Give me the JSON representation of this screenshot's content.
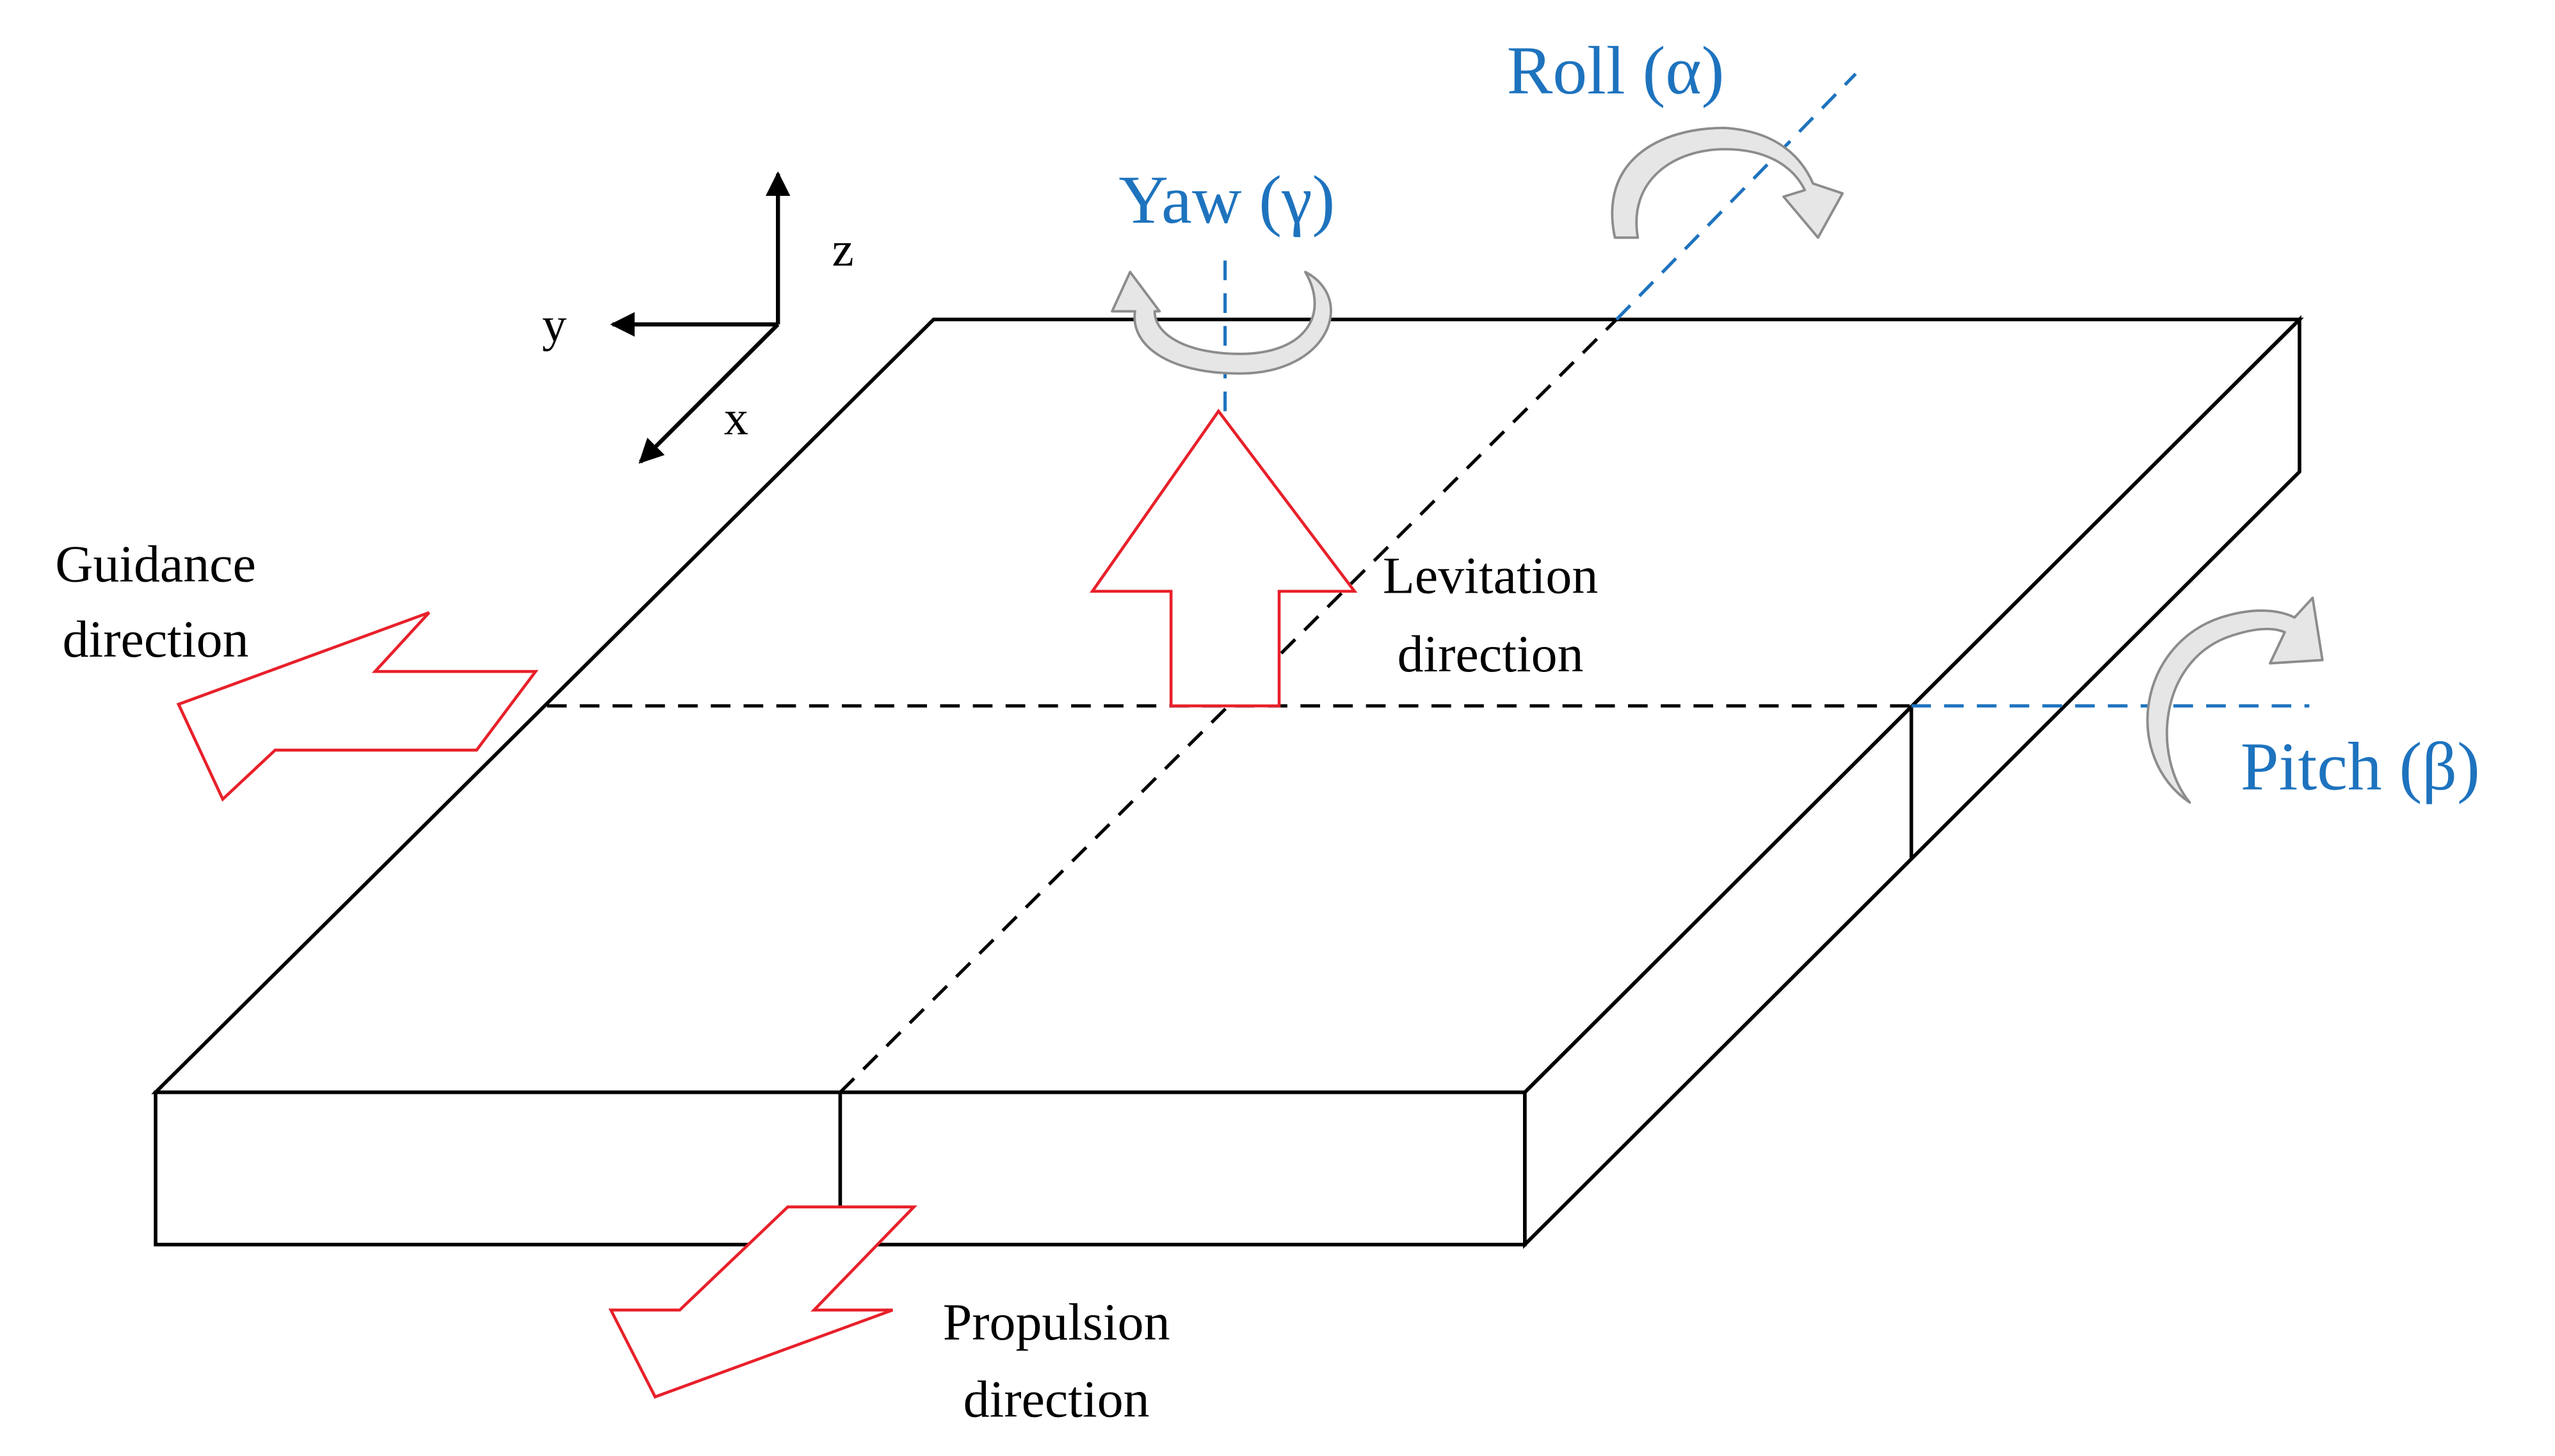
{
  "axes": {
    "x_label": "x",
    "y_label": "y",
    "z_label": "z"
  },
  "rotations": {
    "roll_label": "Roll (α)",
    "yaw_label": "Yaw (γ)",
    "pitch_label": "Pitch (β)"
  },
  "directions": {
    "guidance_line1": "Guidance",
    "guidance_line2": "direction",
    "levitation_line1": "Levitation",
    "levitation_line2": "direction",
    "propulsion_line1": "Propulsion",
    "propulsion_line2": "direction"
  },
  "colors": {
    "outline": "#000000",
    "force_arrow": "#e8202a",
    "rotation_axis": "#1e73be",
    "rotation_arrow_fill": "#e6e6e6",
    "rotation_arrow_stroke": "#8c8c8c"
  }
}
